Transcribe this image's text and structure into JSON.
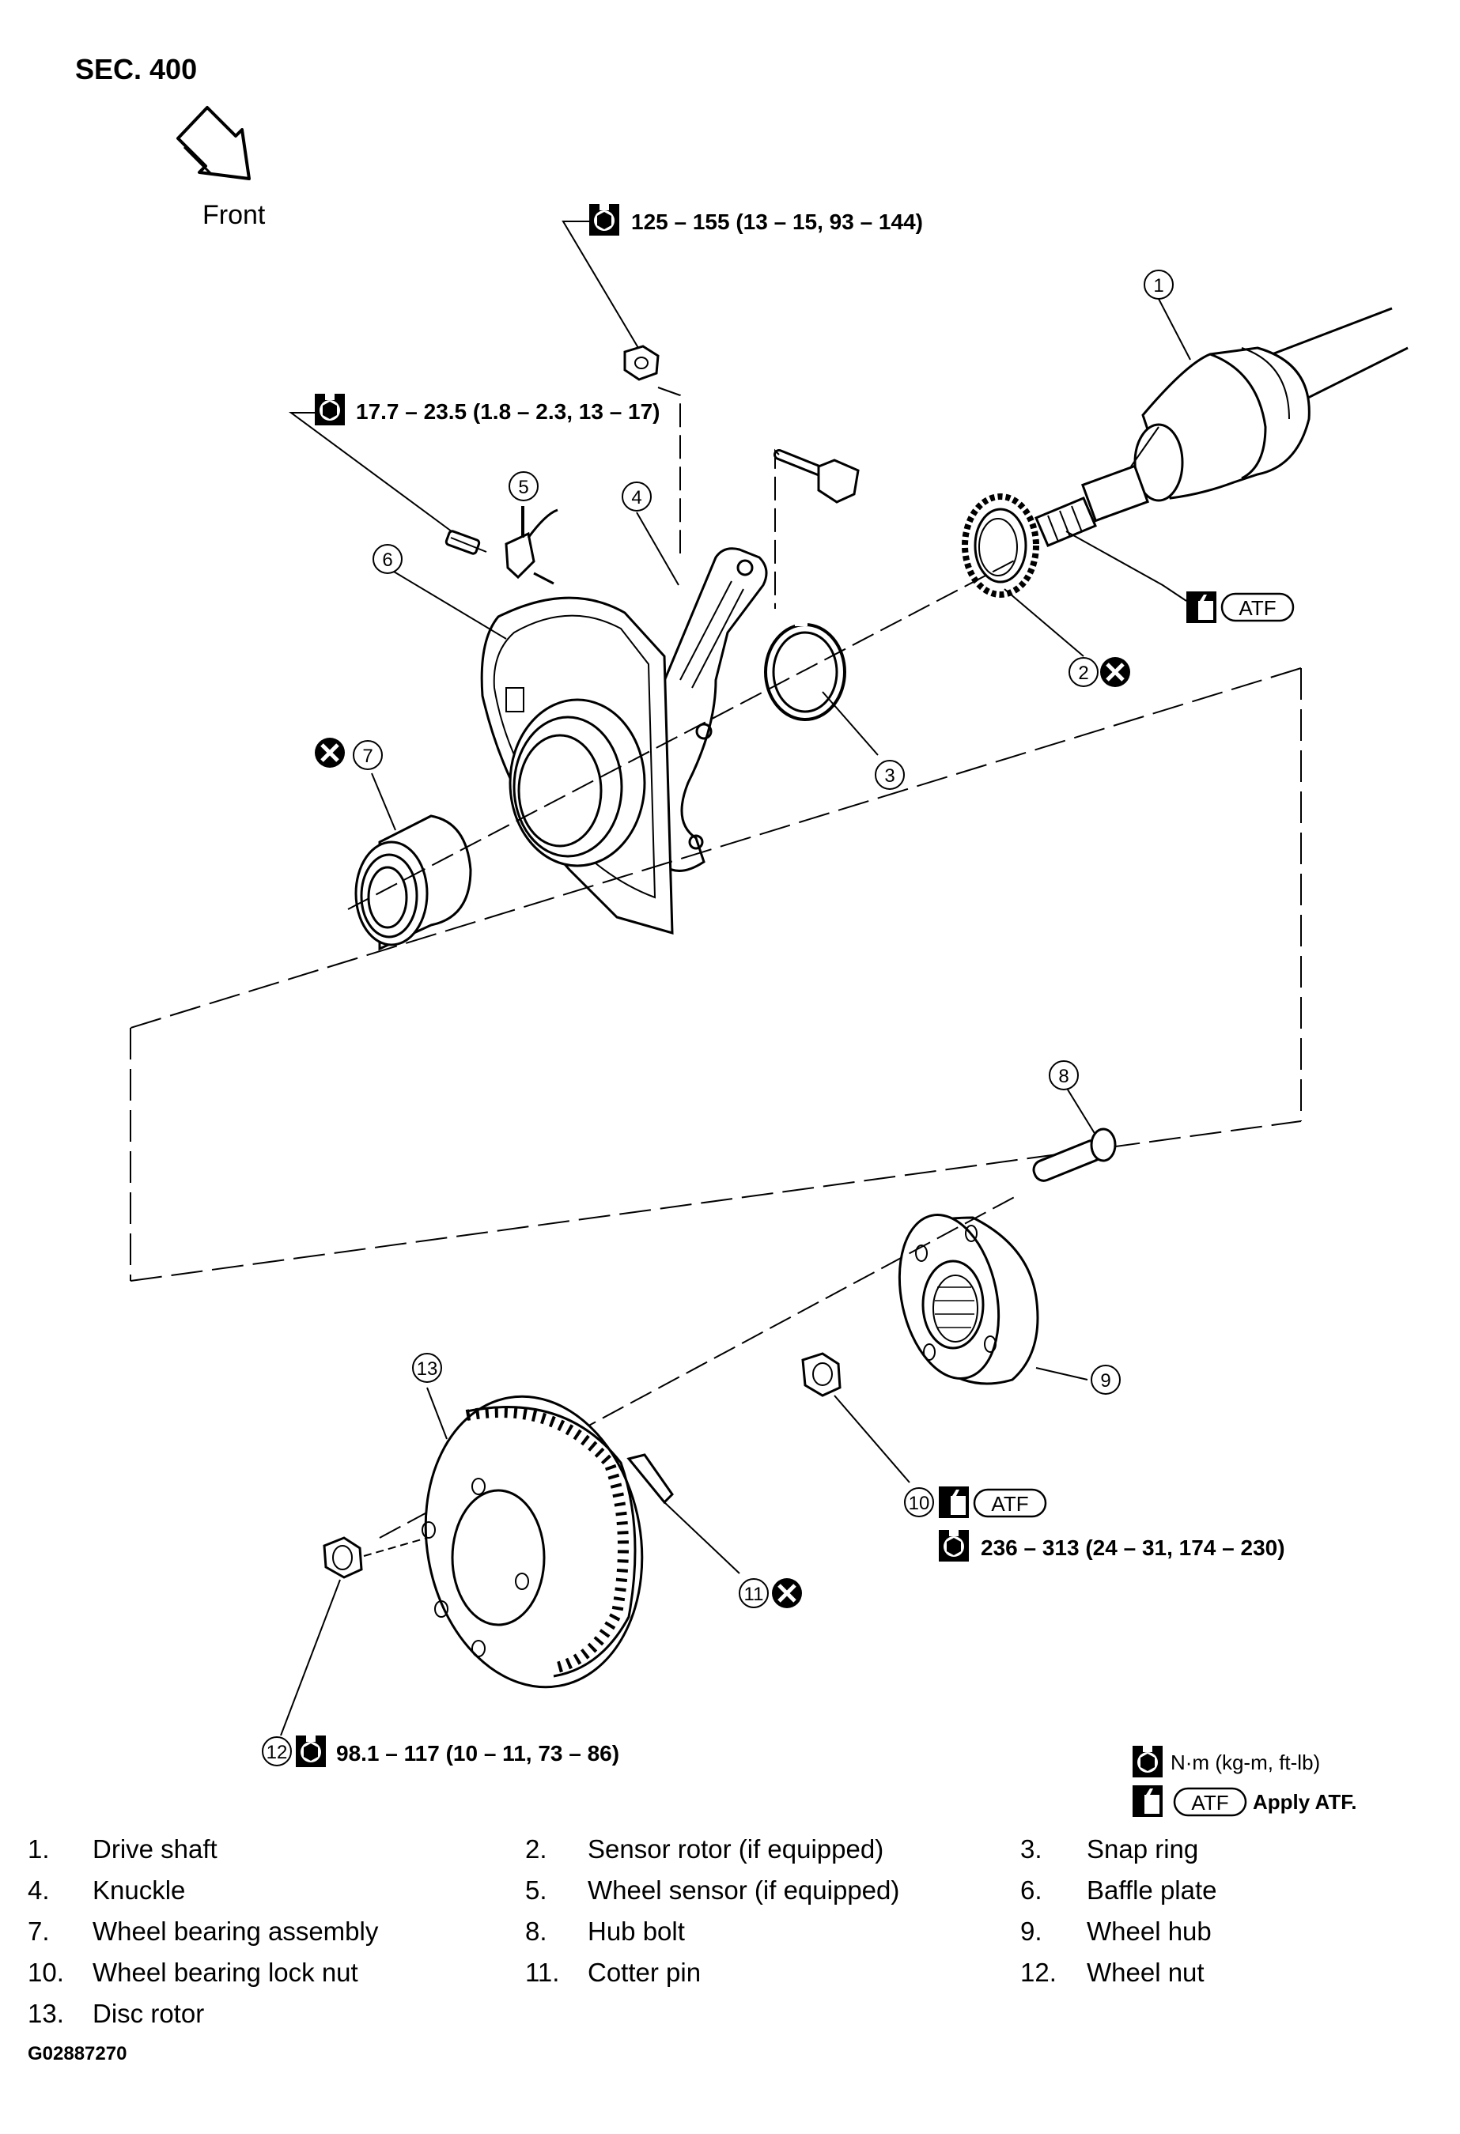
{
  "diagram": {
    "section": "SEC. 400",
    "direction": "Front",
    "torque_specs": [
      {
        "id": "t-nut",
        "text": "125 – 155 (13 – 15, 93 – 144)"
      },
      {
        "id": "t-sensor",
        "text": "17.7 – 23.5 (1.8 – 2.3, 13 – 17)"
      },
      {
        "id": "t-locknut",
        "text": "236 – 313 (24 – 31, 174 – 230)"
      },
      {
        "id": "t-wheelnut",
        "text": "98.1 – 117 (10 – 11, 73 – 86)"
      }
    ],
    "atf_label": "ATF",
    "callouts": [
      "1",
      "2",
      "3",
      "4",
      "5",
      "6",
      "7",
      "8",
      "9",
      "10",
      "11",
      "12",
      "13"
    ],
    "key": {
      "torque_unit": "N·m (kg-m, ft-lb)",
      "atf_symbol": "ATF",
      "atf_text": "Apply ATF."
    },
    "figure_code": "G02887270"
  },
  "parts": [
    {
      "num": "1.",
      "name": "Drive shaft"
    },
    {
      "num": "2.",
      "name": "Sensor rotor (if equipped)"
    },
    {
      "num": "3.",
      "name": "Snap ring"
    },
    {
      "num": "4.",
      "name": "Knuckle"
    },
    {
      "num": "5.",
      "name": "Wheel sensor (if equipped)"
    },
    {
      "num": "6.",
      "name": "Baffle plate"
    },
    {
      "num": "7.",
      "name": "Wheel bearing assembly"
    },
    {
      "num": "8.",
      "name": "Hub bolt"
    },
    {
      "num": "9.",
      "name": "Wheel hub"
    },
    {
      "num": "10.",
      "name": "Wheel bearing lock nut"
    },
    {
      "num": "11.",
      "name": "Cotter pin"
    },
    {
      "num": "12.",
      "name": "Wheel nut"
    },
    {
      "num": "13.",
      "name": "Disc rotor"
    }
  ],
  "icons": {
    "torque": "torque-wrench-icon",
    "lubricant": "lubricant-can-icon",
    "replace": "do-not-reuse-icon",
    "front_arrow": "front-arrow-icon"
  }
}
